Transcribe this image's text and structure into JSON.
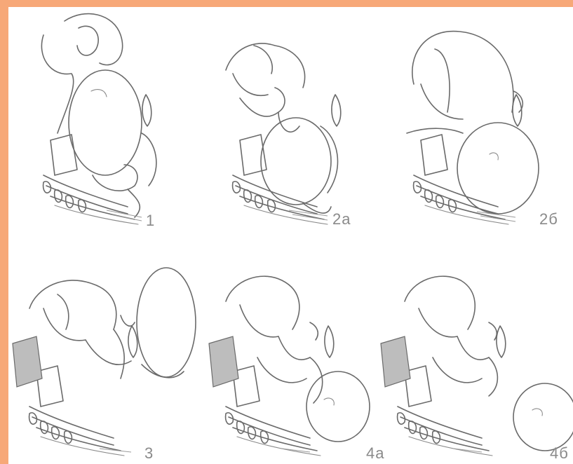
{
  "diagram": {
    "panels": [
      {
        "id": "p1",
        "label": "1"
      },
      {
        "id": "p2a",
        "label": "2a"
      },
      {
        "id": "p2b",
        "label": "2б"
      },
      {
        "id": "p3",
        "label": "3"
      },
      {
        "id": "p4a",
        "label": "4a"
      },
      {
        "id": "p4b",
        "label": "4б"
      }
    ]
  },
  "colors": {
    "frame": "#f7a878",
    "paper": "#ffffff",
    "ink": "#6a6a6a"
  }
}
